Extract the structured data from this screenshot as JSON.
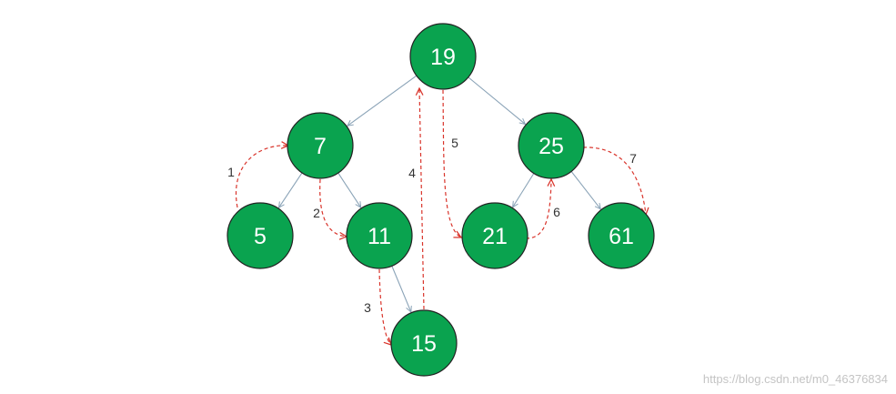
{
  "diagram": {
    "nodes": [
      "19",
      "7",
      "25",
      "5",
      "11",
      "21",
      "61",
      "15"
    ],
    "tree_edges": [
      [
        "19",
        "7"
      ],
      [
        "19",
        "25"
      ],
      [
        "7",
        "5"
      ],
      [
        "7",
        "11"
      ],
      [
        "25",
        "21"
      ],
      [
        "25",
        "61"
      ],
      [
        "11",
        "15"
      ]
    ],
    "traversal": [
      {
        "step": "1",
        "from": "5",
        "to": "7"
      },
      {
        "step": "2",
        "from": "7",
        "to": "11"
      },
      {
        "step": "3",
        "from": "11",
        "to": "15"
      },
      {
        "step": "4",
        "from": "15",
        "to": "19"
      },
      {
        "step": "5",
        "from": "19",
        "to": "21"
      },
      {
        "step": "6",
        "from": "21",
        "to": "25"
      },
      {
        "step": "7",
        "from": "25",
        "to": "61"
      }
    ],
    "colors": {
      "node_fill": "#0aa34f",
      "node_stroke": "#232323",
      "edge": "#8aa3b7",
      "traversal": "#d9342b"
    }
  },
  "watermark": "https://blog.csdn.net/m0_46376834"
}
